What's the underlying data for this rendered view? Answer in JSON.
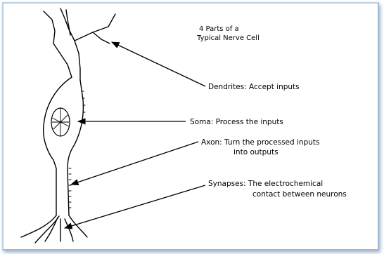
{
  "title": {
    "line1": "4 Parts of a",
    "line2": "Typical Nerve Cell"
  },
  "labels": {
    "dendrites": "Dendrites:  Accept inputs",
    "soma": "Soma:  Process the inputs",
    "axon_line1": "Axon:  Turn the processed inputs",
    "axon_line2": "into outputs",
    "synapses_line1": "Synapses:  The electrochemical",
    "synapses_line2": "contact between neurons"
  },
  "colors": {
    "ink": "#000000",
    "frame": "#b9cfe3",
    "background": "#ffffff"
  }
}
